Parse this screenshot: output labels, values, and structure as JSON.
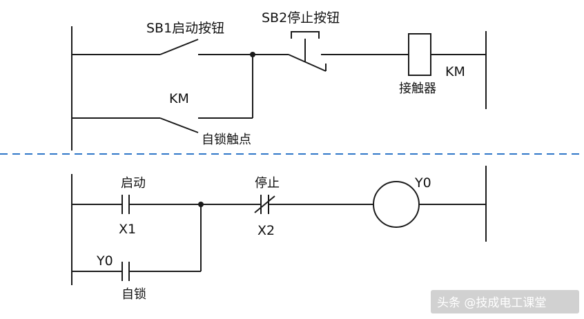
{
  "colors": {
    "line": "#1a1a1a",
    "separator": "#2e76c8",
    "watermark_bg": "#000000",
    "watermark_text": "#ffffff"
  },
  "top_circuit": {
    "sb1_label": "SB1启动按钮",
    "sb2_label": "SB2停止按钮",
    "km_hold_label": "KM",
    "self_lock_label": "自锁触点",
    "contactor_label": "接触器",
    "coil_label": "KM"
  },
  "ladder": {
    "start_label": "启动",
    "x1_label": "X1",
    "stop_label": "停止",
    "x2_label": "X2",
    "output_label": "Y0",
    "y0_contact_label": "Y0",
    "self_lock_label": "自锁"
  },
  "watermark": "头条 @技成电工课堂"
}
